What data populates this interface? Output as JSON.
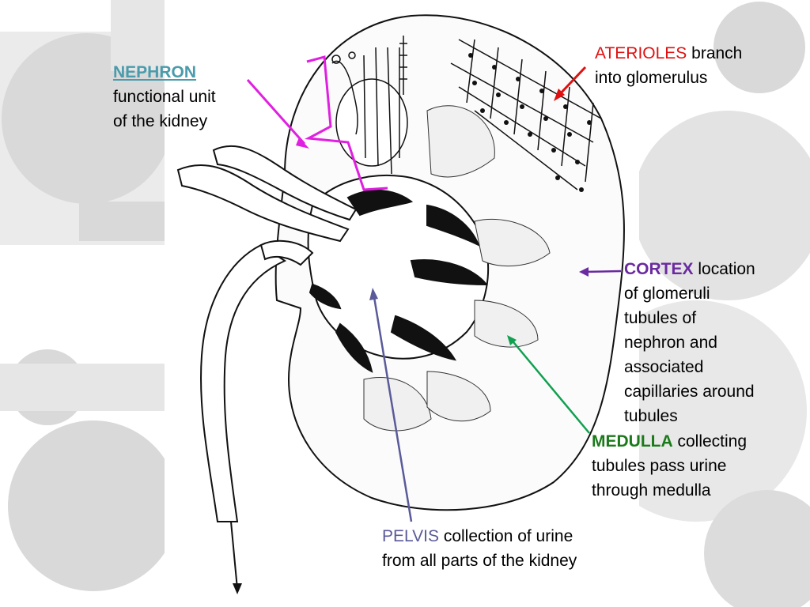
{
  "colors": {
    "nephron": "#4a9bab",
    "nephron_pointer": "#e020e0",
    "aterioles": "#e01010",
    "cortex": "#6a2aa0",
    "medulla": "#1a7a1a",
    "medulla_pointer": "#10a050",
    "pelvis": "#5a5a9a",
    "backdrop_shapes": "#d9d9d9"
  },
  "labels": {
    "nephron": {
      "keyword": "NEPHRON",
      "line1": "functional unit",
      "line2": "of the kidney"
    },
    "aterioles": {
      "keyword": "ATERIOLES",
      "text1": " branch",
      "line2": "into glomerulus"
    },
    "cortex": {
      "keyword": "CORTEX",
      "text1": " location",
      "line2": "of glomeruli",
      "line3": "tubules of",
      "line4": "nephron and",
      "line5": "associated",
      "line6": "capillaries around",
      "line7": "tubules"
    },
    "medulla": {
      "keyword": "MEDULLA",
      "text1": " collecting",
      "line2": "tubules pass urine",
      "line3": "through medulla"
    },
    "pelvis": {
      "keyword": "PELVIS",
      "text1": " collection of urine",
      "line2": "from all parts of the kidney"
    }
  }
}
